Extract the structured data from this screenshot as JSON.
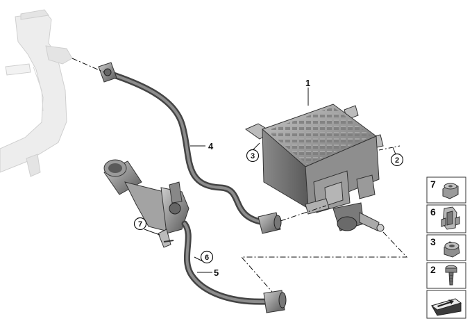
{
  "callouts": {
    "c1": "1",
    "c2": "2",
    "c3": "3",
    "c4": "4",
    "c5": "5",
    "c6": "6",
    "c7": "7"
  },
  "legend": {
    "items": [
      {
        "number": "7",
        "icon": "nut-icon"
      },
      {
        "number": "6",
        "icon": "clip-icon"
      },
      {
        "number": "3",
        "icon": "grommet-icon"
      },
      {
        "number": "2",
        "icon": "bolt-icon"
      }
    ],
    "footer_icon": "arrow-sign-icon"
  },
  "colors": {
    "part_dark": "#7a7a7a",
    "part_light": "#bdbdbd",
    "ghost": "#e2e2e2",
    "line": "#111111"
  }
}
